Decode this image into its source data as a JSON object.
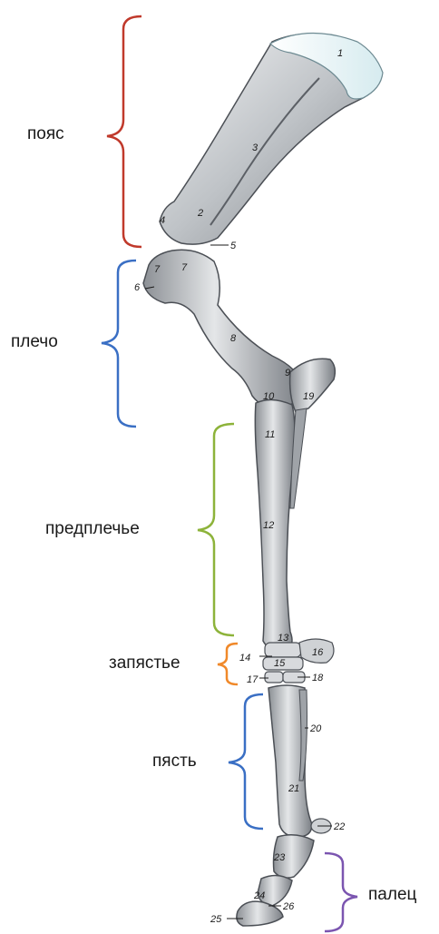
{
  "regions": [
    {
      "id": "belt",
      "label": "пояс",
      "color": "#c0392b"
    },
    {
      "id": "shoulder",
      "label": "плечо",
      "color": "#3a6fc4"
    },
    {
      "id": "forearm",
      "label": "предплечье",
      "color": "#8db33a"
    },
    {
      "id": "wrist",
      "label": "запястье",
      "color": "#f0892a"
    },
    {
      "id": "metacarpus",
      "label": "пясть",
      "color": "#3a6fc4"
    },
    {
      "id": "digit",
      "label": "палец",
      "color": "#7b55b0"
    }
  ],
  "bone_numbers": [
    "1",
    "2",
    "3",
    "4",
    "5",
    "6",
    "7",
    "7",
    "8",
    "9",
    "10",
    "11",
    "12",
    "13",
    "14",
    "15",
    "16",
    "17",
    "18",
    "19",
    "20",
    "21",
    "22",
    "23",
    "24",
    "25",
    "26"
  ]
}
